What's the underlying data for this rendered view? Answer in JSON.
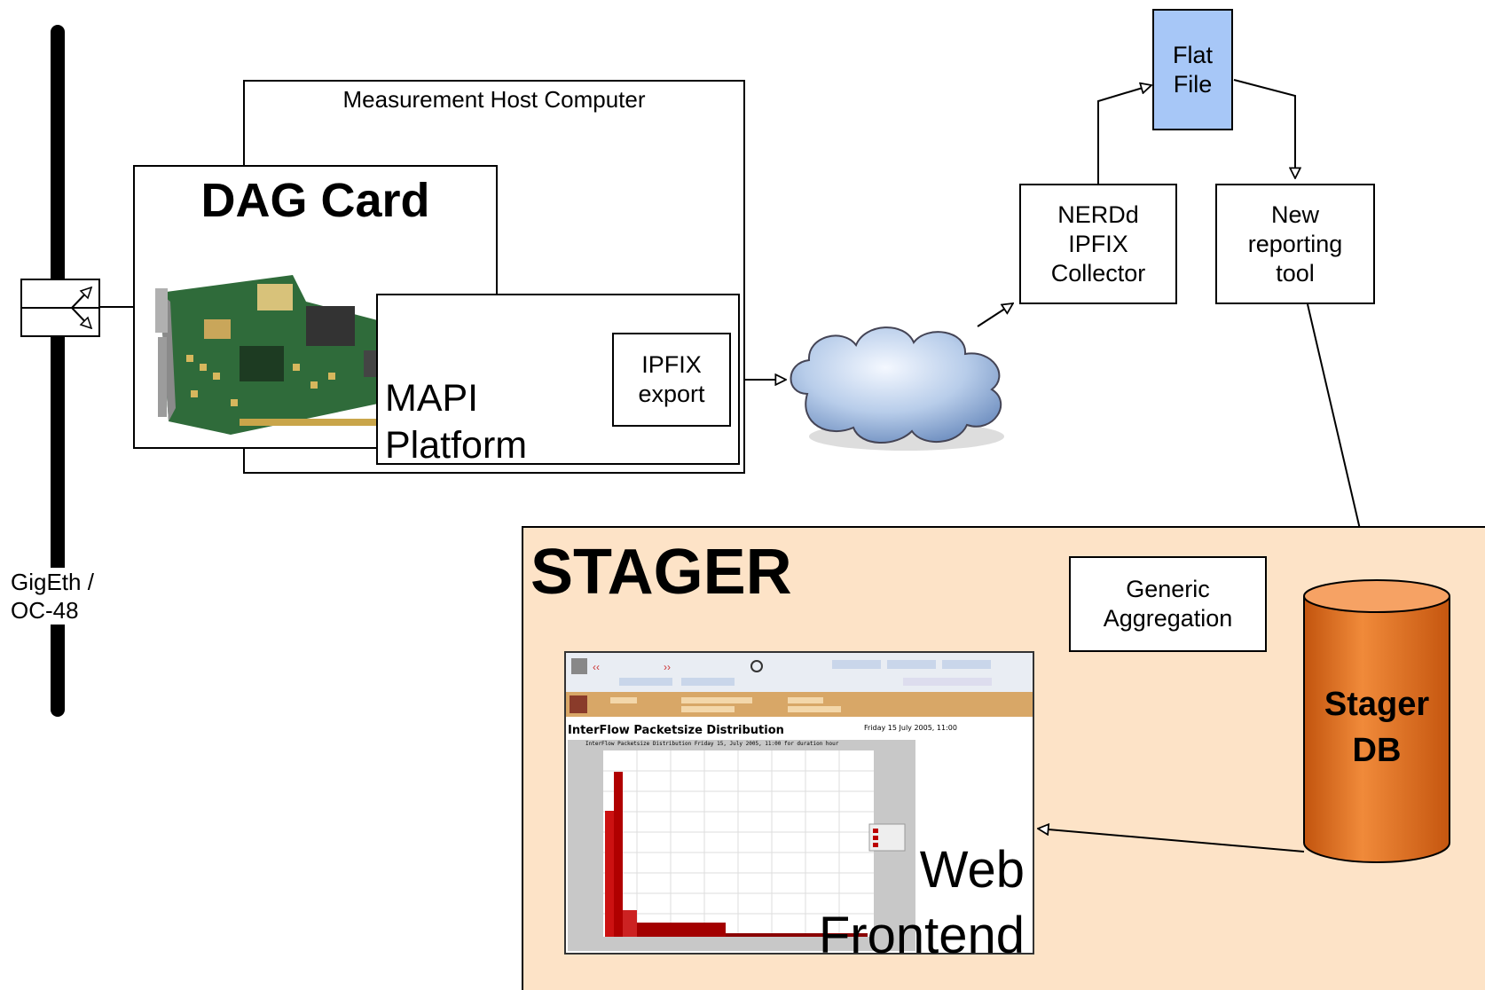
{
  "link_label": "GigEth /\nOC-48",
  "host": {
    "title": "Measurement Host Computer"
  },
  "dag": {
    "title": "DAG Card"
  },
  "mapi": {
    "title": "MAPI\nPlatform"
  },
  "ipfix_export": {
    "label": "IPFIX\nexport"
  },
  "flat_file": {
    "label": "Flat\nFile",
    "color": "#a7c7f7"
  },
  "nerdd": {
    "label": "NERDd\nIPFIX\nCollector"
  },
  "reporting": {
    "label": "New\nreporting\ntool"
  },
  "stager": {
    "title": "STAGER",
    "bg_color": "#fde3c7",
    "generic_aggregation": "Generic\nAggregation",
    "db_label": "Stager\nDB",
    "db_color": "#e8731f",
    "web_frontend": "Web\nFrontend",
    "screenshot": {
      "heading": "InterFlow Packetsize Distribution",
      "date": "Friday 15 July 2005, 11:00",
      "chart_title": "InterFlow Packetsize Distribution Friday 15, July 2005, 11:00 for duration hour"
    }
  }
}
